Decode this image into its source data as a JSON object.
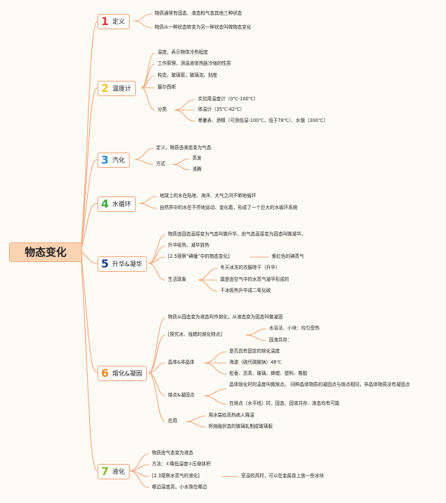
{
  "root": "物态变化",
  "colors": {
    "branch": "#f3a57a",
    "root_fill": "#fbd3b3",
    "num_red": "#e53935",
    "num_yellow": "#f7c52a",
    "num_blue": "#2a89d6",
    "num_green": "#3cab3c",
    "num_navy": "#1a3f8a",
    "num_orange": "#f38b20",
    "num_olive": "#8cbf2a"
  },
  "topics": [
    {
      "num": "1",
      "label": "定义",
      "children": [
        "物质通常有固态、液态和气态其他三种状态",
        "物质从一种状态转变为另一种状态叫做物态变化"
      ]
    },
    {
      "num": "2",
      "label": "温度计",
      "children": [
        "温度，表示物体冷热程度",
        "工作原理，测温液体热胀冷缩的性质",
        "构造，玻璃管，玻璃泡，刻度",
        "摄尔西斯"
      ],
      "group": {
        "label": "分类",
        "items": [
          "实验用温度计（0℃-100℃）",
          "体温计（35℃-42℃）",
          "寒暑表、酒精（可测低温-100℃，低于78℃）、水银（300℃）"
        ]
      }
    },
    {
      "num": "3",
      "label": "汽化",
      "children": [
        "定义，物质由液态变为气态"
      ],
      "group": {
        "label": "方式",
        "items": [
          "蒸发",
          "沸腾"
        ]
      }
    },
    {
      "num": "4",
      "label": "水循环",
      "children": [
        "地球上的水在陆地、海洋、大气之间不断地循环",
        "自然界中的水在不停地运动、变化着，形成了一个巨大的水循环系统"
      ]
    },
    {
      "num": "5",
      "label": "升华&凝华",
      "children": [
        "物质由固态直接变为气态叫做升华，由气态直接变为固态叫做凝华。",
        "升华吸热，凝华放热"
      ],
      "experiment": {
        "label": "[2.5观察“碘锤”中的物态变化]",
        "result": "紫红色的碘蒸气"
      },
      "group": {
        "label": "生活现象",
        "items": [
          "冬天冰冻的衣服晾干（升华）",
          "霜是由空气中的水蒸气凝华形成的",
          "干冰吸热升华成二氧化碳"
        ]
      }
    },
    {
      "num": "6",
      "label": "熔化&凝固",
      "children": [
        "物质从固态变为液态叫作熔化，从液态变为固态叫做凝固"
      ],
      "experiment": {
        "label": "[探究冰、烛蜡的熔化特点]",
        "items": [
          "水浴法、小块：均匀受热",
          "固液共存："
        ]
      },
      "crystal": {
        "label": "晶体&非晶体",
        "items": [
          "是否具有固定的熔化温度",
          "海波（硫代硫酸钠）48℃",
          "松香、沥青、玻璃、蜂蜡、塑料、橡胶"
        ]
      },
      "melting": {
        "label": "熔点&凝固点",
        "items": [
          "晶体熔化时的温度叫做熔点。 同种晶体物质的凝固点与熔点相同，非晶体物质没有凝固点",
          "在熔点（水平线）时，固态、固液共存、液态均有可能"
        ]
      },
      "application": {
        "label": "应用",
        "items": [
          "用冰袋给高热病人降温",
          "将熔融状态的玻璃轧制成玻璃板"
        ]
      }
    },
    {
      "num": "7",
      "label": "液化",
      "children": [
        "物质由气态变为液态",
        "方法：①降低温度②压缩体积"
      ],
      "experiment": {
        "label": "[2.3观察水蒸气的液化]",
        "result": "室温较高时，可以在金属盘上放一些冰块"
      },
      "last": "哪边温度高，小水珠在哪边"
    }
  ]
}
